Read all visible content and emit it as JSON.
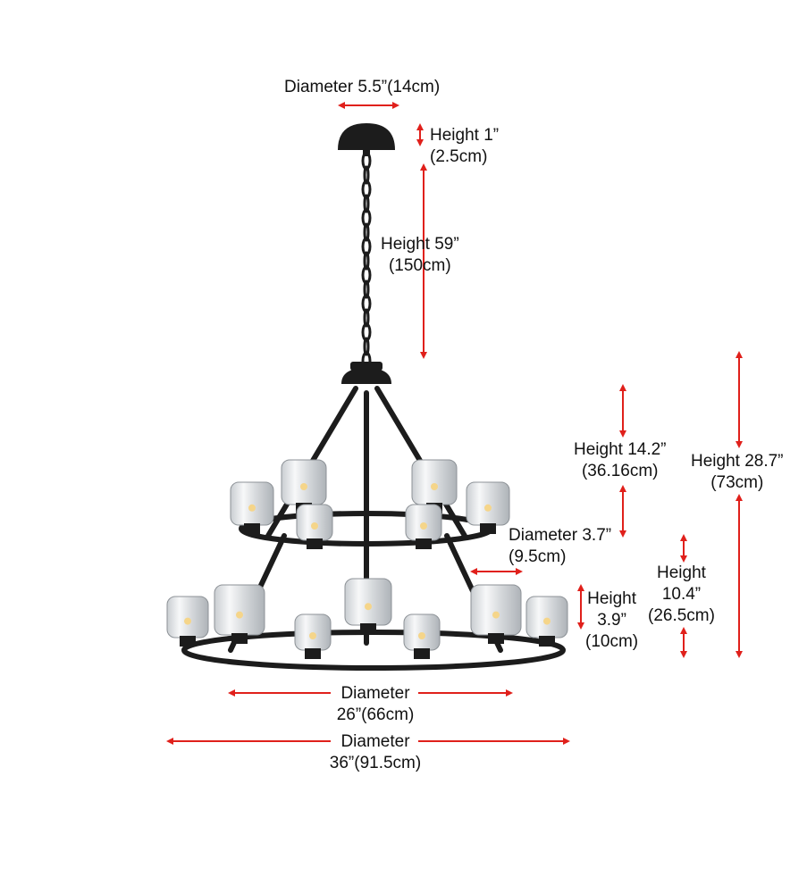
{
  "colors": {
    "arrow": "#e0201b",
    "metal": "#1c1c1c",
    "glass": "#dcdfe2"
  },
  "dimensions": {
    "canopy_diameter": {
      "line1": "Diameter 5.5”(14cm)"
    },
    "canopy_height": {
      "line1": "Height 1”",
      "line2": "(2.5cm)"
    },
    "chain_height": {
      "line1": "Height 59”",
      "line2": "(150cm)"
    },
    "upper_tier_height": {
      "line1": "Height 14.2”",
      "line2": "(36.16cm)"
    },
    "total_height": {
      "line1": "Height 28.7”",
      "line2": "(73cm)"
    },
    "shade_diameter": {
      "line1": "Diameter 3.7”",
      "line2": "(9.5cm)"
    },
    "shade_height": {
      "line1": "Height",
      "line2": "3.9”",
      "line3": "(10cm)"
    },
    "lower_tier_height": {
      "line1": "Height",
      "line2": "10.4”",
      "line3": "(26.5cm)"
    },
    "upper_ring_diameter": {
      "line1": "Diameter",
      "line2": "26”(66cm)"
    },
    "lower_ring_diameter": {
      "line1": "Diameter",
      "line2": "36”(91.5cm)"
    }
  }
}
